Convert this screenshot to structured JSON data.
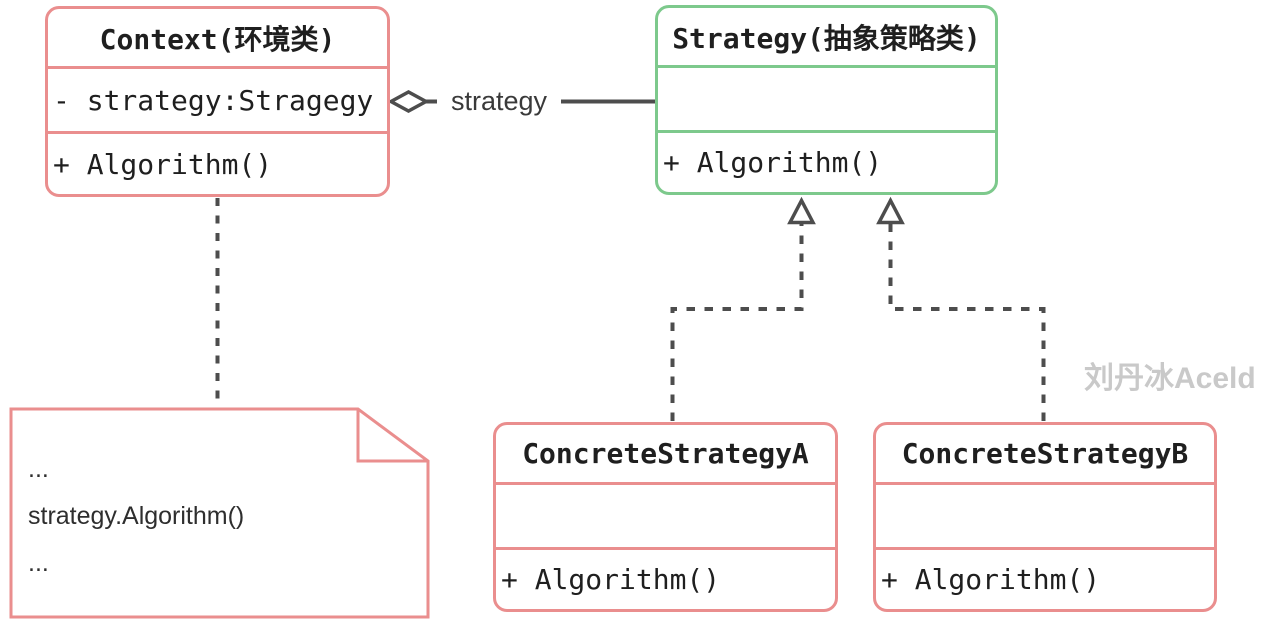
{
  "diagram_type": "uml-class-diagram (Strategy pattern)",
  "watermark": "刘丹冰Aceld",
  "classes": {
    "context": {
      "title": "Context(环境类)",
      "attributes": [
        "- strategy:Stragegy"
      ],
      "methods": [
        "+ Algorithm()"
      ],
      "border_color": "#EA8E8E"
    },
    "strategy": {
      "title": "Strategy(抽象策略类)",
      "attributes": [],
      "methods": [
        "+ Algorithm()"
      ],
      "border_color": "#7DC98C"
    },
    "concrete_strategy_a": {
      "title": "ConcreteStrategyA",
      "attributes": [],
      "methods": [
        "+ Algorithm()"
      ],
      "border_color": "#EA8E8E"
    },
    "concrete_strategy_b": {
      "title": "ConcreteStrategyB",
      "attributes": [],
      "methods": [
        "+ Algorithm()"
      ],
      "border_color": "#EA8E8E"
    }
  },
  "relationships": {
    "aggregation": {
      "label": "strategy",
      "from": "Context",
      "to": "Strategy",
      "style": "solid, hollow diamond at Context"
    },
    "realization_a": {
      "from": "ConcreteStrategyA",
      "to": "Strategy",
      "style": "dashed, hollow triangle arrowhead"
    },
    "realization_b": {
      "from": "ConcreteStrategyB",
      "to": "Strategy",
      "style": "dashed, hollow triangle arrowhead"
    },
    "note_link": {
      "from": "Context",
      "to": "note",
      "style": "dashed"
    }
  },
  "note": {
    "lines": [
      "...",
      "strategy.Algorithm()",
      "..."
    ]
  },
  "colors": {
    "red_border": "#EA8E8E",
    "green_border": "#7DC98C",
    "connector": "#4D4D4D",
    "text": "#1F1F1F",
    "watermark": "#C9C9C9",
    "background": "#FFFFFF"
  }
}
